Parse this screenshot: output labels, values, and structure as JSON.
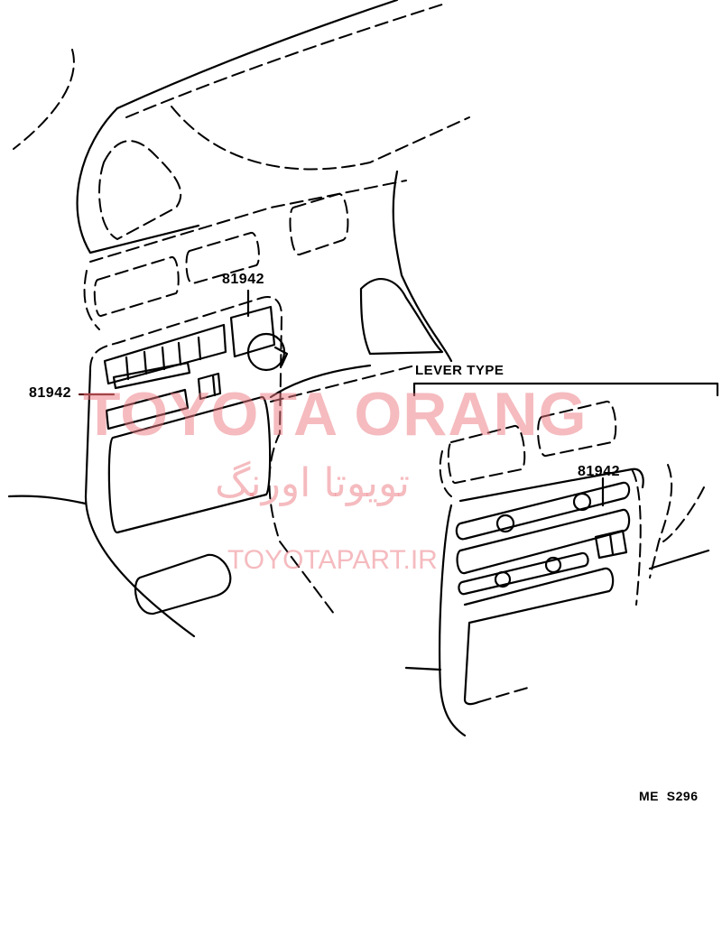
{
  "labels": {
    "part_upper": "81942",
    "part_left": "81942",
    "part_lever": "81942",
    "lever_type": "LEVER TYPE",
    "figure_code": "ME  S296"
  },
  "watermark": {
    "brand": "TOYOTA ORANG",
    "persian": "تویوتا اورنگ",
    "site": "TOYOTAPART.IR"
  }
}
